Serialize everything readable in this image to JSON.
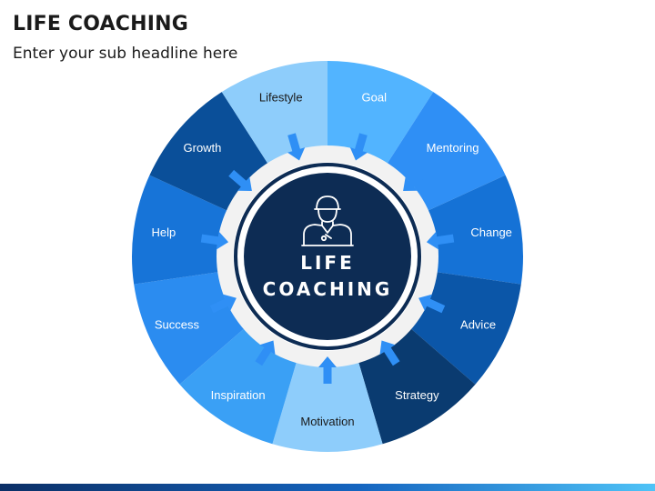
{
  "title": "LIFE COACHING",
  "subtitle": "Enter your sub headline here",
  "center": {
    "line1": "LIFE",
    "line2": "COACHING",
    "icon": "person-icon",
    "fill": "#0d2c54",
    "ring": "#0d2c54"
  },
  "segments": [
    {
      "label": "Goal",
      "color": "#52b4ff",
      "text_color": "#ffffff"
    },
    {
      "label": "Mentoring",
      "color": "#2f8ff5",
      "text_color": "#ffffff"
    },
    {
      "label": "Change",
      "color": "#1572d6",
      "text_color": "#ffffff"
    },
    {
      "label": "Advice",
      "color": "#0b56a8",
      "text_color": "#ffffff"
    },
    {
      "label": "Strategy",
      "color": "#0a3b70",
      "text_color": "#ffffff"
    },
    {
      "label": "Motivation",
      "color": "#8ecdfb",
      "text_color": "#1a1a1a"
    },
    {
      "label": "Inspiration",
      "color": "#3aa0f5",
      "text_color": "#ffffff"
    },
    {
      "label": "Success",
      "color": "#2b8cf0",
      "text_color": "#ffffff"
    },
    {
      "label": "Help",
      "color": "#1774d8",
      "text_color": "#ffffff"
    },
    {
      "label": "Growth",
      "color": "#0a4f99",
      "text_color": "#ffffff"
    },
    {
      "label": "Lifestyle",
      "color": "#8ecdfb",
      "text_color": "#1a1a1a"
    }
  ],
  "colors": {
    "gap_ring": "#f2f2f2",
    "arrow": "#2f8ff5",
    "footer_start": "#0b2f66",
    "footer_end": "#4fc3f7"
  }
}
